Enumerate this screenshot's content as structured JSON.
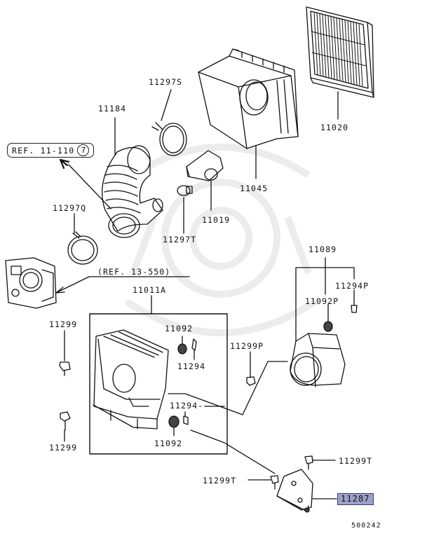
{
  "diagram": {
    "ref_top": {
      "text": "REF. 11-110",
      "circle": "7"
    },
    "ref_mid": "(REF. 13-550)",
    "diagram_id": "500242",
    "highlight_color": "#9fa0c8",
    "parts": {
      "p11184": "11184",
      "p11297s": "11297S",
      "p11020": "11020",
      "p11045": "11045",
      "p11019": "11019",
      "p11297q": "11297Q",
      "p11297t_a": "11297T",
      "p11089": "11089",
      "p11294p": "11294P",
      "p11092p": "11092P",
      "p11011a": "11011A",
      "p11299_a": "11299",
      "p11092_a": "11092",
      "p11294_a": "11294",
      "p11299p": "11299P",
      "p11294_b": "11294-",
      "p11299_b": "11299",
      "p11092_b": "11092",
      "p11299t_b": "11299T",
      "p11299t_c": "11299T",
      "p11287": "11287"
    }
  }
}
